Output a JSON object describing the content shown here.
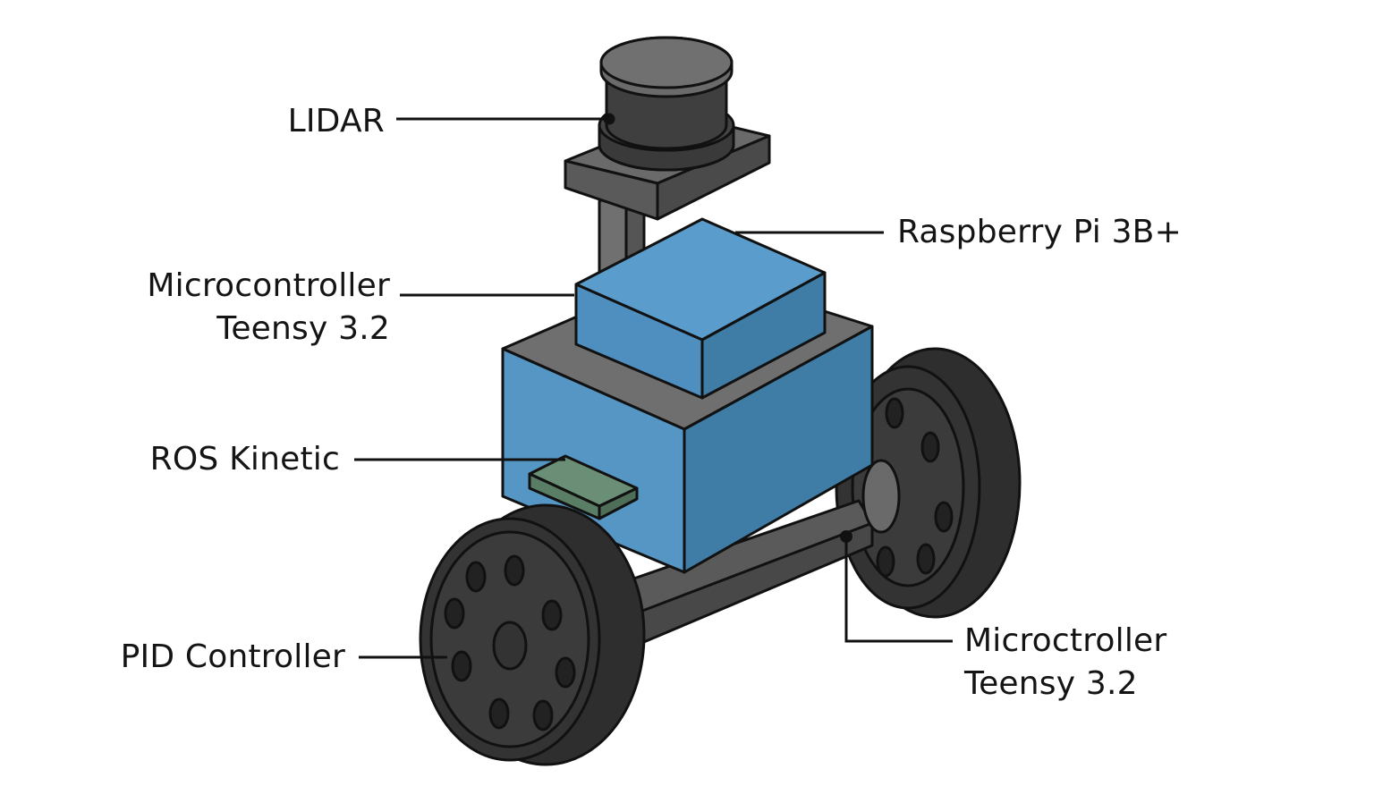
{
  "labels": {
    "lidar": "LIDAR",
    "raspberry_pi": "Raspberry Pi 3B+",
    "microcontroller_top": {
      "line1": "Microcontroller",
      "line2": "Teensy 3.2"
    },
    "ros": "ROS Kinetic",
    "pid": "PID Controller",
    "microcontroller_bottom": {
      "line1": "Microctroller",
      "line2": "Teensy 3.2"
    }
  },
  "colors": {
    "chassis_blue_front": "#5596c4",
    "chassis_blue_side": "#3f7ca6",
    "chassis_top_gray": "#6f6f6f",
    "lidar_dark": "#3a3a3a",
    "lidar_top": "#6a6a6a",
    "mount_gray": "#5f5f5f",
    "wheel_black": "#2e2e2e",
    "wheel_face": "#3b3b3b",
    "board_green": "#6a8f76",
    "outline": "#111111"
  }
}
